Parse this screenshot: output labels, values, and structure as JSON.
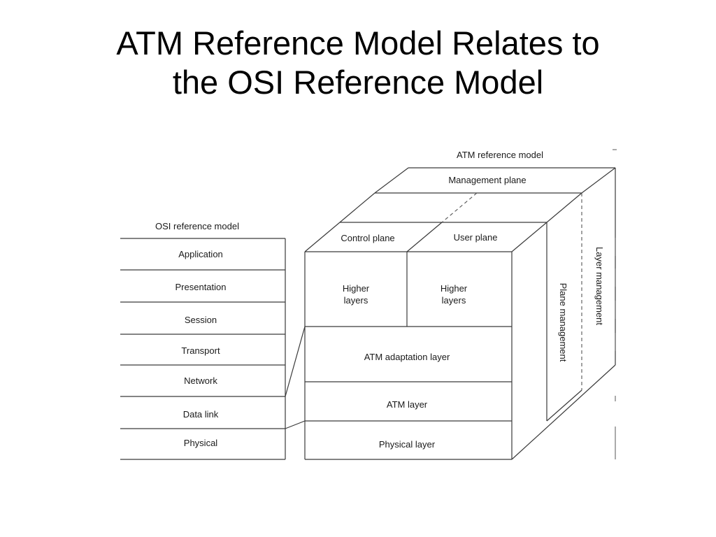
{
  "title": {
    "line1": "ATM Reference Model Relates to",
    "line2": "the OSI Reference Model"
  },
  "osi_model": {
    "heading": "OSI reference model",
    "layers": [
      "Application",
      "Presentation",
      "Session",
      "Transport",
      "Network",
      "Data link",
      "Physical"
    ]
  },
  "atm_model": {
    "heading": "ATM reference model",
    "management_plane": "Management plane",
    "control_plane": "Control plane",
    "user_plane": "User plane",
    "higher_layers_line1": "Higher",
    "higher_layers_line2": "layers",
    "adaptation_layer": "ATM adaptation layer",
    "atm_layer": "ATM layer",
    "physical_layer": "Physical layer",
    "plane_management": "Plane management",
    "layer_management": "Layer management"
  }
}
